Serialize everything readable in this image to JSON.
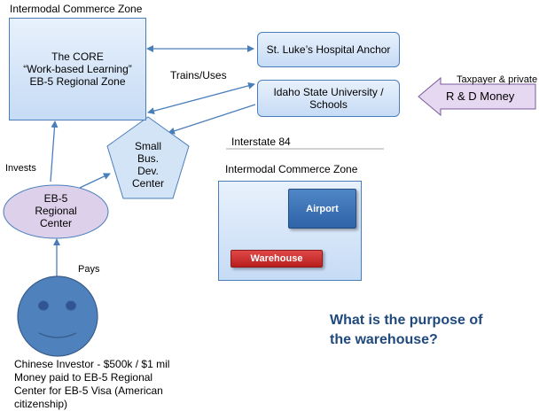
{
  "zone_top_label": "Intermodal Commerce Zone",
  "core": {
    "line1": "The CORE",
    "line2": "“Work-based  Learning”",
    "line3": "EB-5 Regional Zone"
  },
  "st_lukes": "St. Luke’s Hospital Anchor",
  "isu": {
    "line1": "Idaho State University /",
    "line2": "Schools"
  },
  "trains_uses": "Trains/Uses",
  "taxpayer_label": "Taxpayer & private",
  "rd_money": "R & D Money",
  "sbdc": {
    "line1": "Small",
    "line2": "Bus.",
    "line3": "Dev.",
    "line4": "Center"
  },
  "interstate": "Interstate 84",
  "zone_bottom_label": "Intermodal Commerce Zone",
  "airport": "Airport",
  "warehouse": "Warehouse",
  "invests": "Invests",
  "eb5": {
    "line1": "EB-5",
    "line2": "Regional",
    "line3": "Center"
  },
  "pays": "Pays",
  "question": {
    "line1": "What is the purpose of",
    "line2": "the warehouse?"
  },
  "investor": {
    "line1": "Chinese Investor - $500k  / $1 mil",
    "line2": "Money paid to EB-5 Regional",
    "line3": "Center for EB-5 Visa (American",
    "line4": "citizenship)"
  },
  "colors": {
    "box_fill": "#c6dbf5",
    "box_border": "#4a7ebb",
    "arrow": "#4a7ebb",
    "rd_fill": "#e6d8f0",
    "rd_border": "#7b5a9c",
    "airport_fill": "#3e74b8",
    "warehouse_fill": "#c8282a",
    "face_fill": "#4f81bd",
    "question_text": "#1f497d"
  }
}
